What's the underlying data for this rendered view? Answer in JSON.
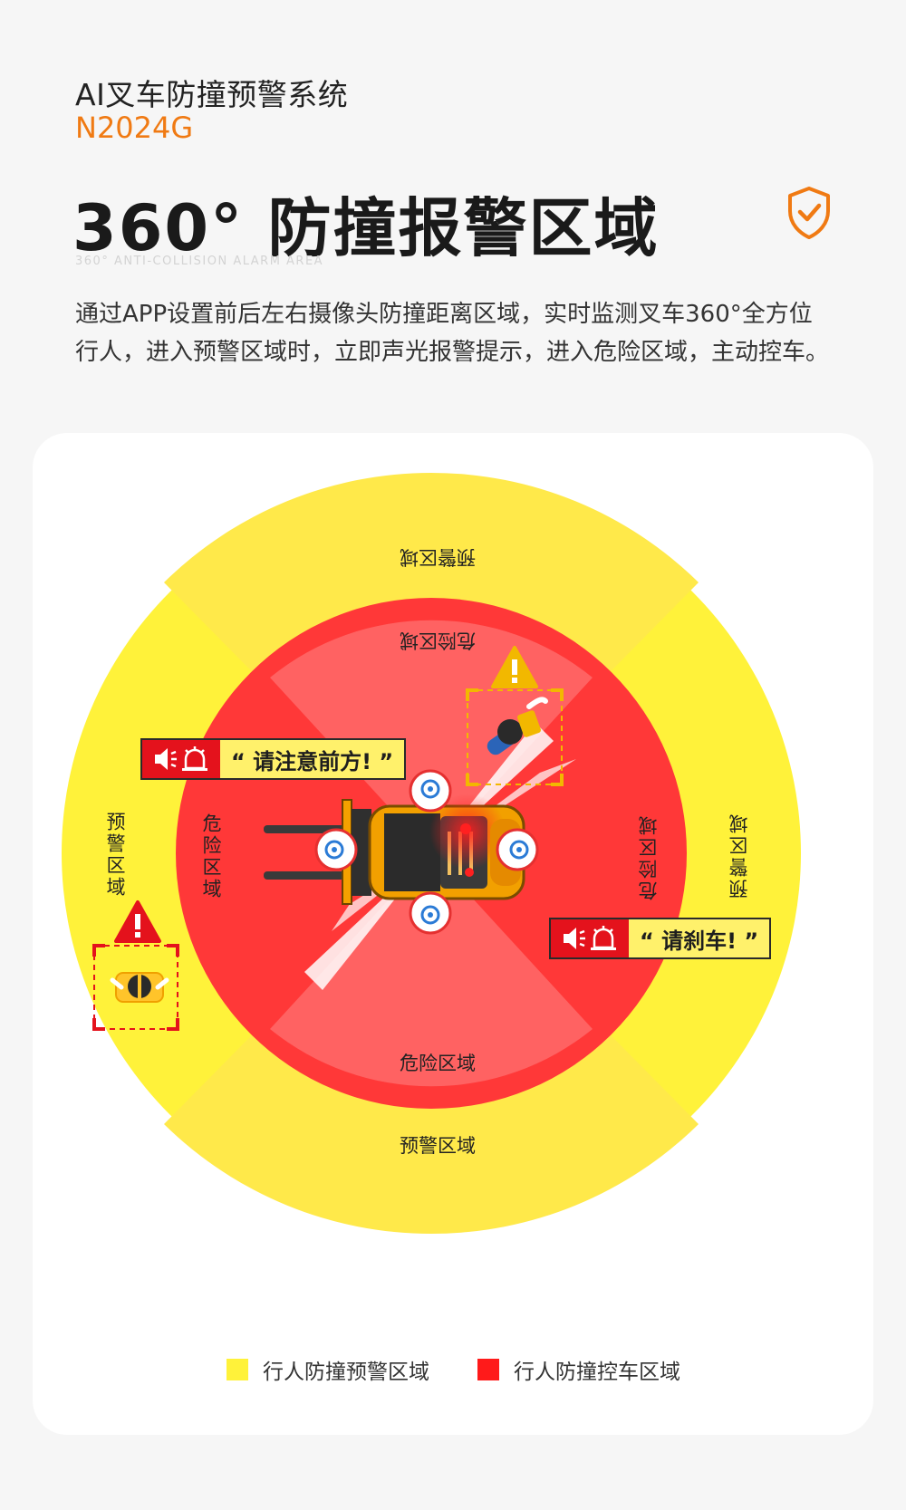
{
  "header": {
    "subtitle": "AI叉车防撞预警系统",
    "model": "N2024G",
    "title": "360° 防撞报警区域",
    "english": "360° ANTI-COLLISION ALARM AREA",
    "icon": "shield-check-icon"
  },
  "description": {
    "line1": "通过APP设置前后左右摄像头防撞距离区域，实时监测叉车360°全方位",
    "line2": "行人，进入预警区域时，立即声光报警提示，进入危险区域，主动控车。"
  },
  "zones": {
    "warning_label": "预警区域",
    "danger_label": "危险区域"
  },
  "callouts": {
    "front": "“ 请注意前方! ”",
    "brake": "“ 请刹车! ”"
  },
  "legend": {
    "warning": "行人防撞预警区域",
    "danger": "行人防撞控车区域"
  },
  "colors": {
    "background": "#f6f6f6",
    "accent_orange": "#f07a13",
    "warning_yellow": "#fff23a",
    "danger_red": "#ff3333",
    "danger_light": "#ff6060",
    "alarm_red": "#e4121c"
  }
}
